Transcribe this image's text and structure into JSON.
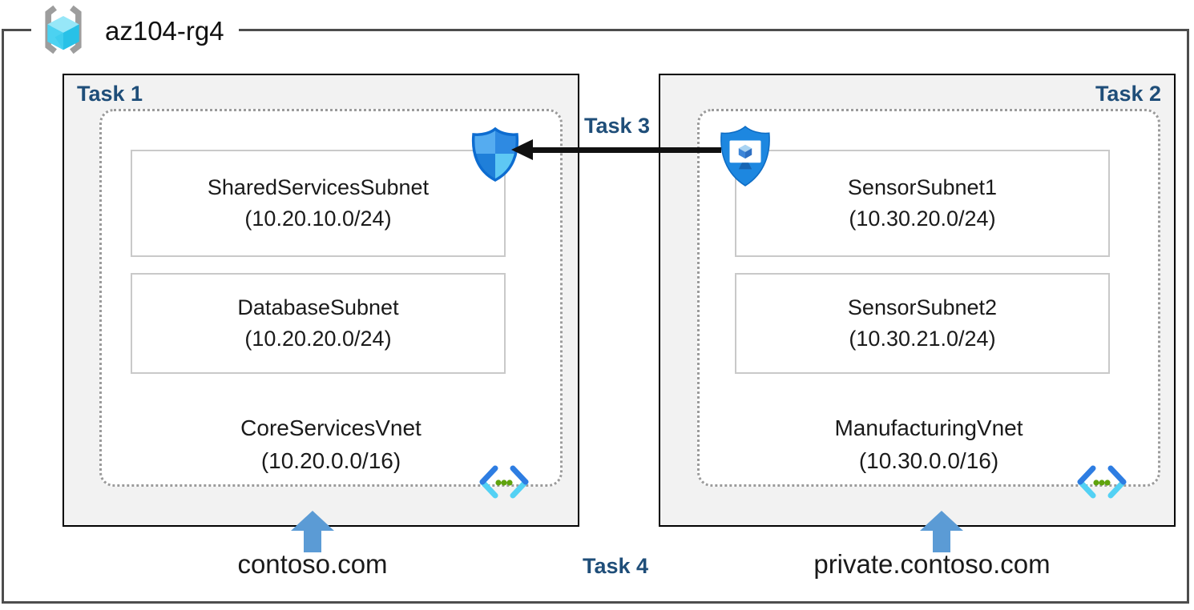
{
  "diagram": {
    "resource_group": "az104-rg4",
    "tasks": {
      "t1": "Task 1",
      "t2": "Task 2",
      "t3": "Task 3",
      "t4": "Task 4"
    }
  },
  "vnets": [
    {
      "task_label": "Task 1",
      "name": "CoreServicesVnet",
      "cidr": "(10.20.0.0/16)",
      "dns_label": "contoso.com",
      "subnets": [
        {
          "name": "SharedServicesSubnet",
          "cidr": "(10.20.10.0/24)"
        },
        {
          "name": "DatabaseSubnet",
          "cidr": "(10.20.20.0/24)"
        }
      ]
    },
    {
      "task_label": "Task 2",
      "name": "ManufacturingVnet",
      "cidr": "(10.30.0.0/16)",
      "dns_label": "private.contoso.com",
      "subnets": [
        {
          "name": "SensorSubnet1",
          "cidr": "(10.30.20.0/24)"
        },
        {
          "name": "SensorSubnet2",
          "cidr": "(10.30.21.0/24)"
        }
      ]
    }
  ],
  "icons": {
    "resource_group": "resource-group-icon",
    "nsg_shield": "network-security-group-shield-icon",
    "shielded_vm": "shielded-vm-icon",
    "virtual_network": "virtual-network-icon",
    "dns_arrow": "dns-up-arrow",
    "peering_arrow": "peering-arrow"
  },
  "colors": {
    "task_label": "#1f4e79",
    "arrow_black": "#111111",
    "arrow_blue": "#5b9bd5",
    "box_fill": "#f2f2f2",
    "shield_outline": "#0d6cd0",
    "vnet_green_dot": "#5fa30d",
    "cube_cyan": "#4cd2f1"
  }
}
